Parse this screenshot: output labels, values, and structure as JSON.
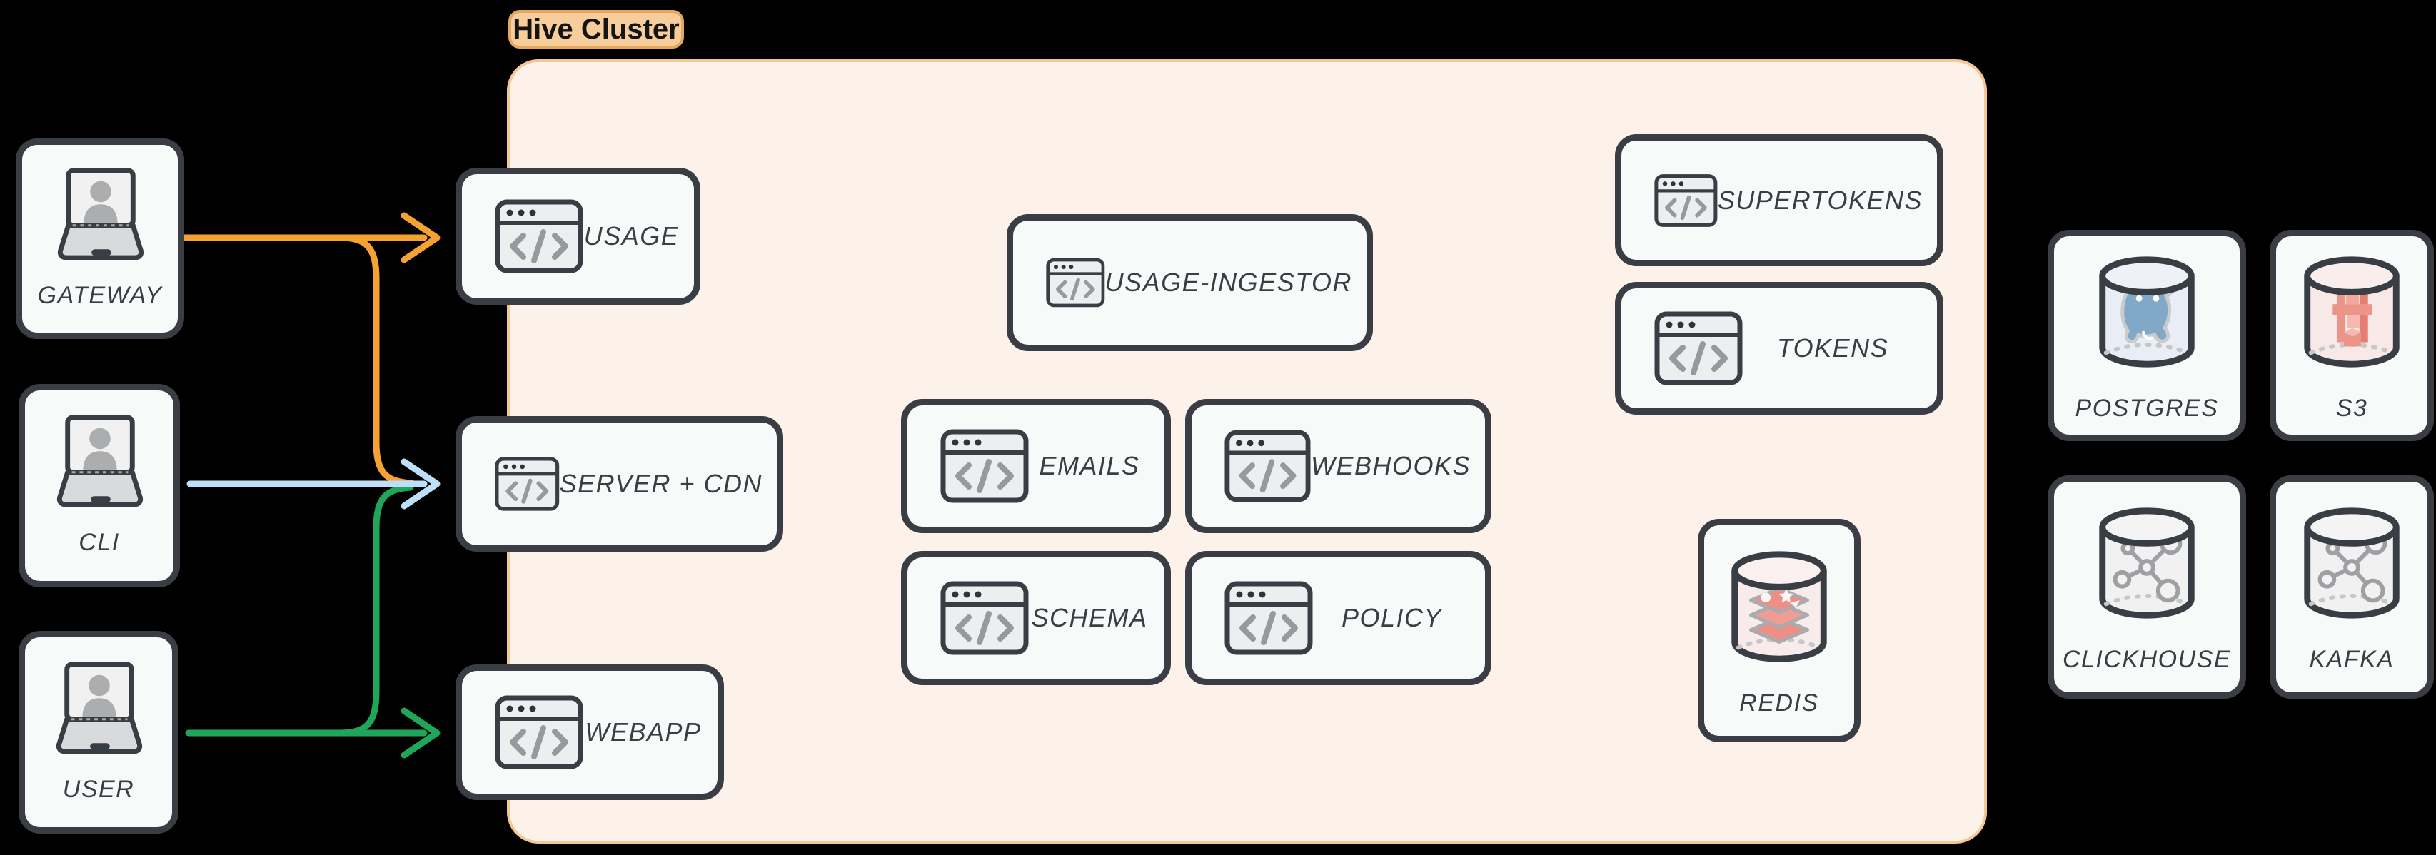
{
  "diagram": {
    "cluster_label": "Hive Cluster",
    "clients": [
      {
        "label": "GATEWAY"
      },
      {
        "label": "CLI"
      },
      {
        "label": "USER"
      }
    ],
    "services": [
      {
        "label": "USAGE"
      },
      {
        "label": "SERVER + CDN"
      },
      {
        "label": "WEBAPP"
      },
      {
        "label": "USAGE-INGESTOR"
      },
      {
        "label": "EMAILS"
      },
      {
        "label": "WEBHOOKS"
      },
      {
        "label": "SCHEMA"
      },
      {
        "label": "POLICY"
      },
      {
        "label": "SUPERTOKENS"
      },
      {
        "label": "TOKENS"
      }
    ],
    "cluster_datastores": [
      {
        "label": "REDIS"
      }
    ],
    "external_datastores": [
      {
        "label": "POSTGRES"
      },
      {
        "label": "S3"
      },
      {
        "label": "CLICKHOUSE"
      },
      {
        "label": "KAFKA"
      }
    ],
    "edges": [
      {
        "from": "GATEWAY",
        "to": "USAGE",
        "color": "#F5A233"
      },
      {
        "from": "GATEWAY",
        "to": "SERVER + CDN",
        "color": "#F5A233"
      },
      {
        "from": "CLI",
        "to": "SERVER + CDN",
        "color": "#BFDFF8"
      },
      {
        "from": "USER",
        "to": "SERVER + CDN",
        "color": "#1FA65A"
      },
      {
        "from": "USER",
        "to": "WEBAPP",
        "color": "#1FA65A"
      }
    ],
    "colors": {
      "background": "#000000",
      "node_fill": "#F8F9F9",
      "node_border": "#3A3E44",
      "label": "#3A3E44",
      "cluster_fill": "#FDF2E9",
      "cluster_border": "#F6C794",
      "badge_fill": "#F6CD9B",
      "badge_border": "#E3A75F",
      "arrow_orange": "#F5A233",
      "arrow_blue": "#BFDFF8",
      "arrow_green": "#1FA65A"
    }
  }
}
